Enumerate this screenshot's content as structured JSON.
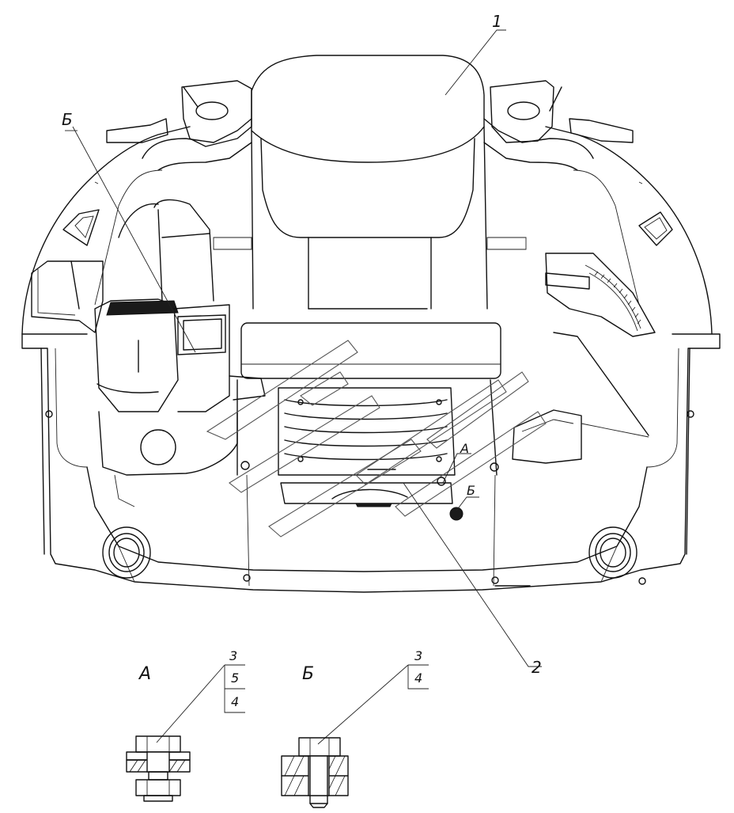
{
  "diagram": {
    "callouts": {
      "seat": "1",
      "bracket": "2",
      "detail_a_ref": "А",
      "detail_b_ref": "Б",
      "view_b_top": "Б"
    },
    "detail_a": {
      "title": "А",
      "pos_top": "3",
      "pos_mid": "5",
      "pos_bot": "4"
    },
    "detail_b": {
      "title": "Б",
      "pos_top": "3",
      "pos_bot": "4"
    },
    "colors": {
      "line": "#111111",
      "background": "#ffffff",
      "watermark": "#555555"
    }
  }
}
